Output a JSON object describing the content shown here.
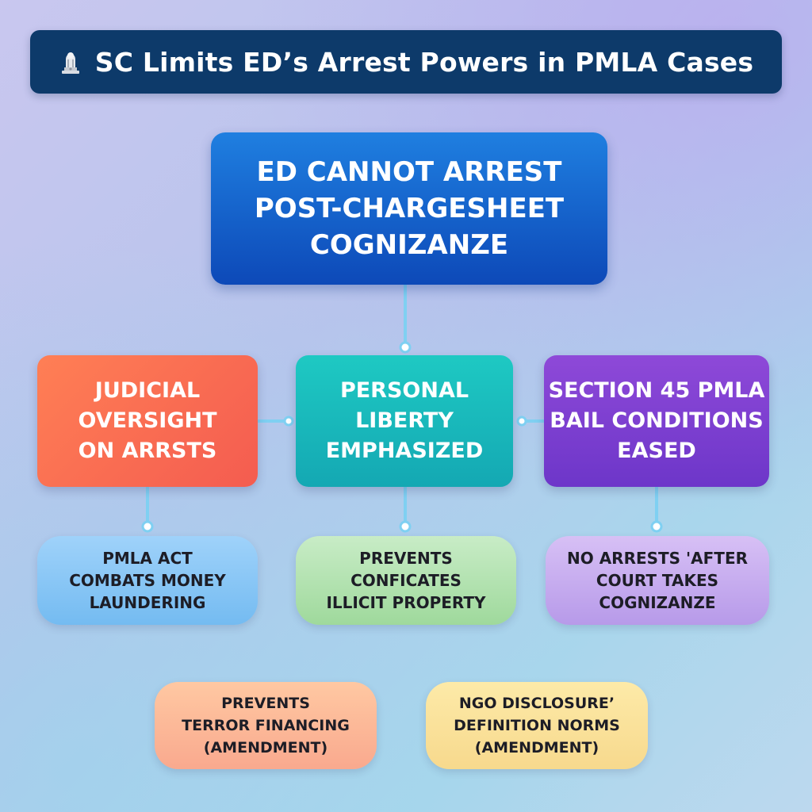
{
  "header": {
    "title": "SC Limits ED’s Arrest Powers in PMLA Cases",
    "icon": "emblem-icon"
  },
  "main_node": {
    "text": "ED CANNOT ARREST\nPOST-CHARGESHEET\nCOGNIZANZE",
    "color": "#0d49b8"
  },
  "branches": [
    {
      "text": "JUDICIAL\nOVERSIGHT\nON ARRSTS",
      "color": "#f45c50"
    },
    {
      "text": "PERSONAL\nLIBERTY\nEMPHASIZED",
      "color": "#14a8b3"
    },
    {
      "text": "SECTION 45 PMLA\nBAIL CONDITIONS\nEASED",
      "color": "#6d36c9"
    }
  ],
  "sub_nodes": [
    {
      "text": "PMLA ACT\nCOMBATS MONEY\nLAUNDERING",
      "color": "#74bbf1"
    },
    {
      "text": "PREVENTS\nCONFICATES\nILLICIT PROPERTY",
      "color": "#9fd99c"
    },
    {
      "text": "NO ARRESTS 'AFTER\nCOURT TAKES\nCOGNIZANZE",
      "color": "#b79ae9"
    }
  ],
  "footer_nodes": [
    {
      "text": "PREVENTS\nTERROR FINANCING\n(AMENDMENT)",
      "color": "#f9a98e"
    },
    {
      "text": "NGO DISCLOSURE’\nDEFINITION NORMS\n(AMENDMENT)",
      "color": "#f7d98d"
    }
  ],
  "connector_color": "#7fd0f2"
}
